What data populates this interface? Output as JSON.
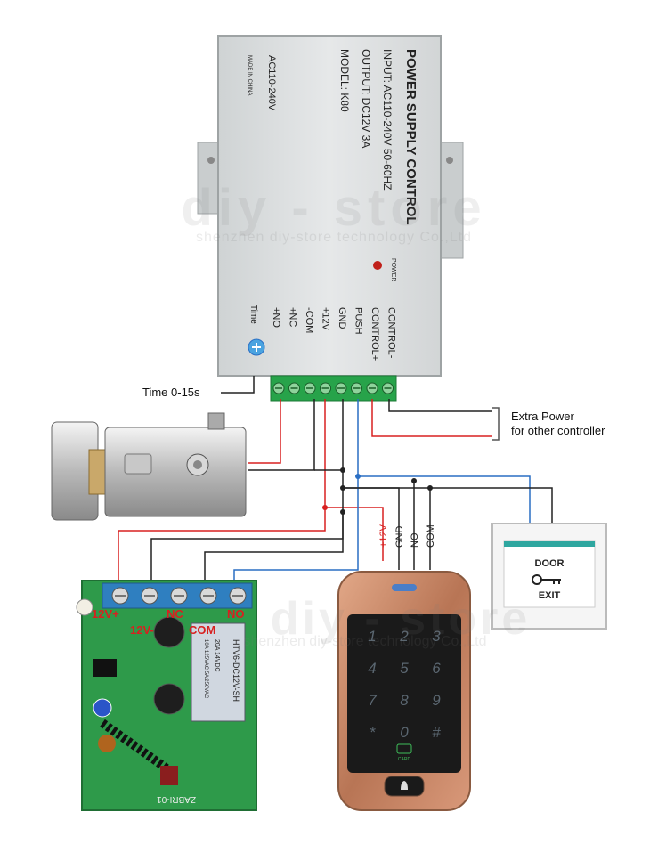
{
  "power_supply": {
    "title": "POWER SUPPLY CONTROL",
    "input": "INPUT: AC110-240V  50-60HZ",
    "output": "OUTPUT: DC12V  3A",
    "model": "MODEL: K80",
    "ac": "AC110-240V",
    "made_in": "MADE IN CHINA",
    "power_led_label": "POWER",
    "time_label": "Time",
    "terminals": [
      "+NO",
      "+NC",
      "-COM",
      "+12V",
      "GND",
      "PUSH",
      "CONTROL+",
      "CONTROL-"
    ]
  },
  "annotations": {
    "time_range": "Time 0-15s",
    "extra_power_line1": "Extra Power",
    "extra_power_line2": "for other controller"
  },
  "exit_button": {
    "line1": "DOOR",
    "line2": "EXIT"
  },
  "keypad": {
    "wire_labels": [
      "+12V",
      "GND",
      "NO",
      "COM"
    ],
    "keys": [
      "1",
      "2",
      "3",
      "4",
      "5",
      "6",
      "7",
      "8",
      "9",
      "*",
      "0",
      "#"
    ],
    "card_label": "CARD"
  },
  "relay_module": {
    "terminal_labels_top": [
      "12V+",
      "NC",
      "NO"
    ],
    "terminal_labels_bottom": [
      "12V-",
      "COM"
    ],
    "relay_text": "HTV6-DC12V-SH",
    "relay_spec1": "20A 14VDC",
    "relay_spec2": "10A 125VAC  5A 250VAC",
    "board_text": "ZABRI-01"
  },
  "watermark": {
    "main": "diy - store",
    "sub": "shenzhen diy-store technology Co.,Ltd"
  },
  "colors": {
    "wire_red": "#d82020",
    "wire_black": "#222222",
    "wire_blue": "#2a6fc4",
    "psu_body": "#dcdfe0",
    "terminal_green": "#27a34a",
    "keypad_frame": "#c98b6b"
  }
}
